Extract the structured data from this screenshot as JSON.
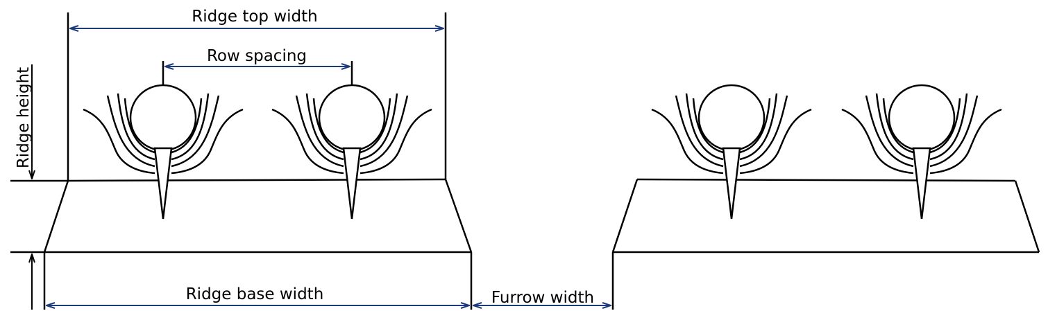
{
  "labels": {
    "ridge_top_width": "Ridge top width",
    "row_spacing": "Row spacing",
    "ridge_height": "Ridge height",
    "ridge_base_width": "Ridge base width",
    "furrow_width": "Furrow width"
  },
  "colors": {
    "outline": "#000000",
    "dimension_arrow": "#1f3a7a"
  }
}
